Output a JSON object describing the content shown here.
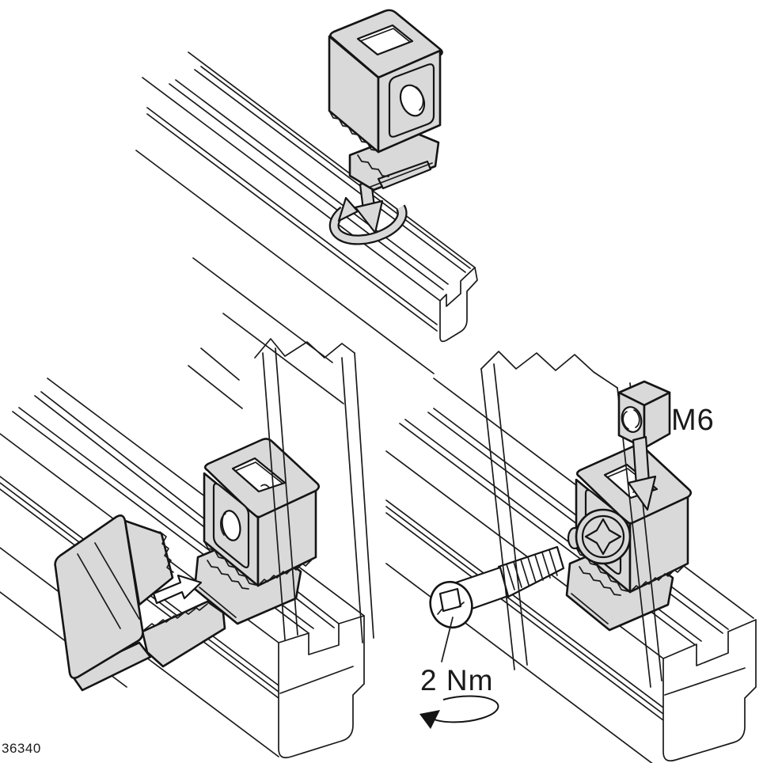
{
  "diagram": {
    "figure_number": "36340",
    "annotations": {
      "nut_size_label": "M6",
      "torque_label": "2 Nm"
    },
    "colors": {
      "part_fill": "#d9d9d9",
      "outline": "#1a1a1a",
      "background": "#ffffff"
    }
  }
}
